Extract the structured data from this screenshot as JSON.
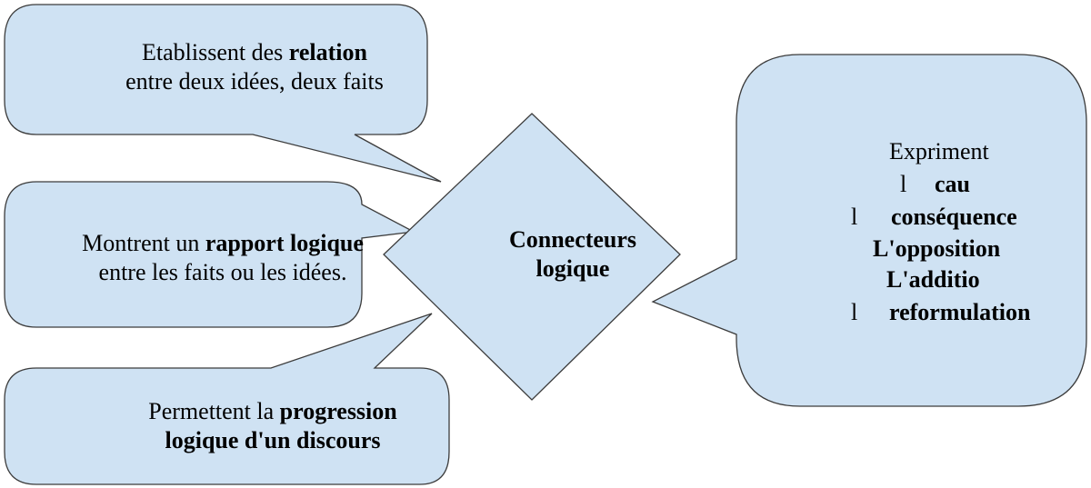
{
  "diagram": {
    "center": {
      "line1": "Connecteurs",
      "line2": "logique"
    },
    "bubbles": {
      "relation": {
        "pre": "Etablissent des ",
        "bold": "relation",
        "line2": "entre deux idées, deux faits"
      },
      "rapport": {
        "pre": "Montrent un ",
        "bold": "rapport logique",
        "line2": "entre les faits ou les idées."
      },
      "progression": {
        "pre": "Permettent la ",
        "bold": "progression",
        "line2": "logique d'un discours"
      },
      "expriment": {
        "title": "Expriment",
        "items": [
          {
            "marker": "l",
            "text": "cau"
          },
          {
            "marker": "l",
            "text": "conséquence"
          },
          {
            "marker": "",
            "text": "L'opposition"
          },
          {
            "marker": "",
            "text": "L'additio"
          },
          {
            "marker": "l",
            "text": "reformulation"
          }
        ]
      }
    },
    "colors": {
      "fill": "#cfe2f3",
      "stroke": "#3c3c3c"
    }
  }
}
